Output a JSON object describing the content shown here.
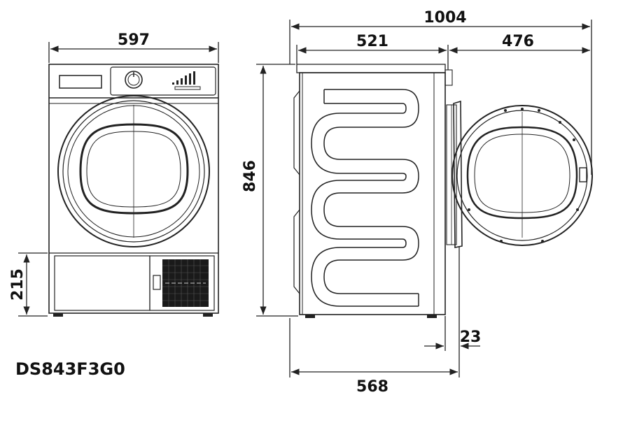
{
  "model": "DS843F3G0",
  "dimensions": {
    "front_width": "597",
    "plinth_height": "215",
    "total_depth_open_door": "1004",
    "body_depth": "521",
    "door_projection": "476",
    "height": "846",
    "door_thickness": "23",
    "depth_with_door": "568"
  }
}
